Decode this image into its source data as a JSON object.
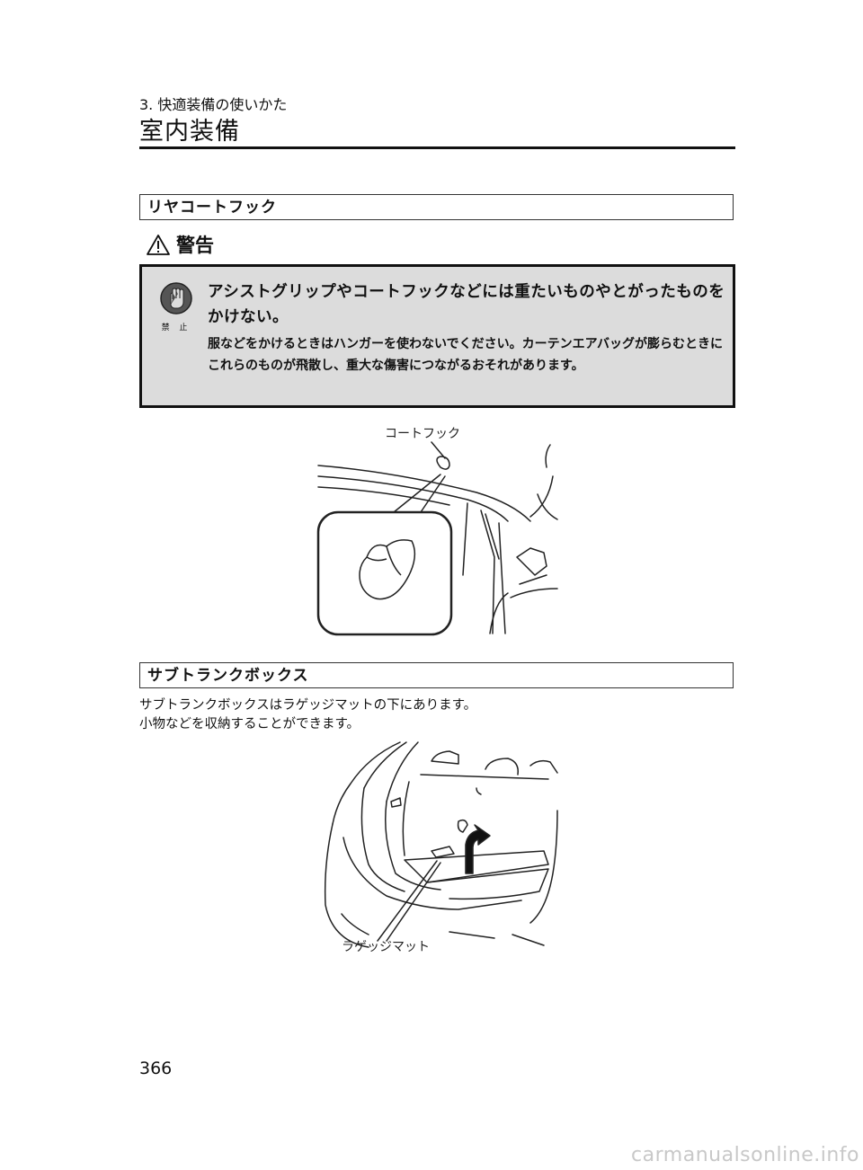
{
  "header": {
    "chapter": "3. 快適装備の使いかた",
    "title": "室内装備"
  },
  "section1": {
    "heading": "リヤコートフック",
    "warning": {
      "icon": "warning-triangle-icon",
      "title": "警告",
      "prohibit_icon": "no-touch-hand-icon",
      "prohibit_label": "禁 止",
      "main": "アシストグリップやコートフックなどには重たいものやとがったものをかけない。",
      "sub": "服などをかけるときはハンガーを使わないでください。カーテンエアバッグが膨らむときにこれらのものが飛散し、重大な傷害につながるおそれがあります。"
    },
    "figure_label": "コートフック"
  },
  "section2": {
    "heading": "サブトランクボックス",
    "body_line1": "サブトランクボックスはラゲッジマットの下にあります。",
    "body_line2": "小物などを収納することができます。",
    "figure_label": "ラゲッジマット"
  },
  "footer": {
    "page_number": "366",
    "watermark": "carmanualsonline.info"
  }
}
